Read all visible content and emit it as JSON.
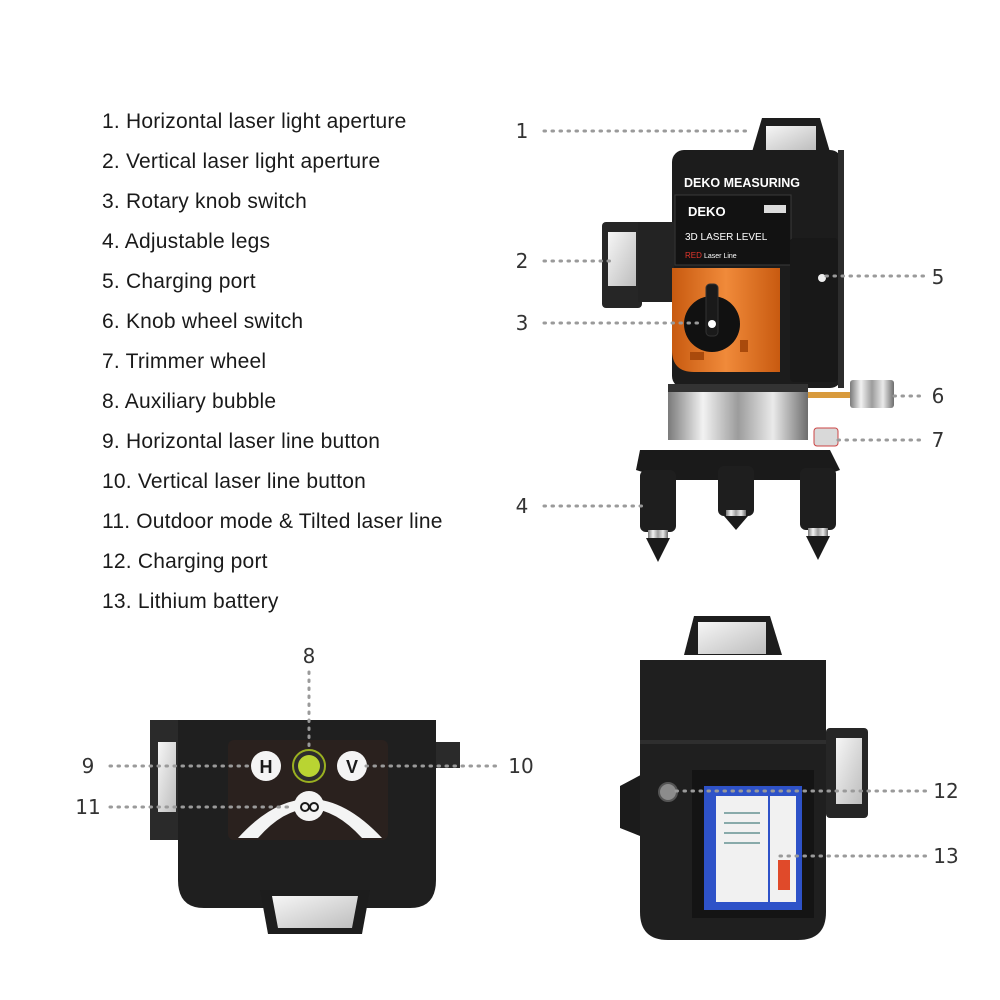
{
  "legend": [
    "1. Horizontal laser light aperture",
    "2. Vertical laser light aperture",
    "3. Rotary knob switch",
    "4. Adjustable legs",
    "5. Charging port",
    "6. Knob wheel switch",
    "7. Trimmer wheel",
    "8. Auxiliary bubble",
    "9. Horizontal laser line button",
    "10. Vertical laser line button",
    "11. Outdoor mode & Tilted laser line",
    "12. Charging port",
    "13. Lithium battery"
  ],
  "callouts": [
    "1",
    "2",
    "3",
    "4",
    "5",
    "6",
    "7",
    "8",
    "9",
    "10",
    "11",
    "12",
    "13"
  ],
  "device_labels": {
    "brand_line": "DEKO MEASURING",
    "logo": "DEKO",
    "model": "3D LASER LEVEL",
    "red": "RED",
    "laser_line": "Laser Line"
  },
  "button_labels": {
    "h": "H",
    "v": "V"
  },
  "colors": {
    "body": "#1c1c1c",
    "accent": "#e2701e",
    "bubble": "#b9d432",
    "battery": "#2e52c8"
  }
}
